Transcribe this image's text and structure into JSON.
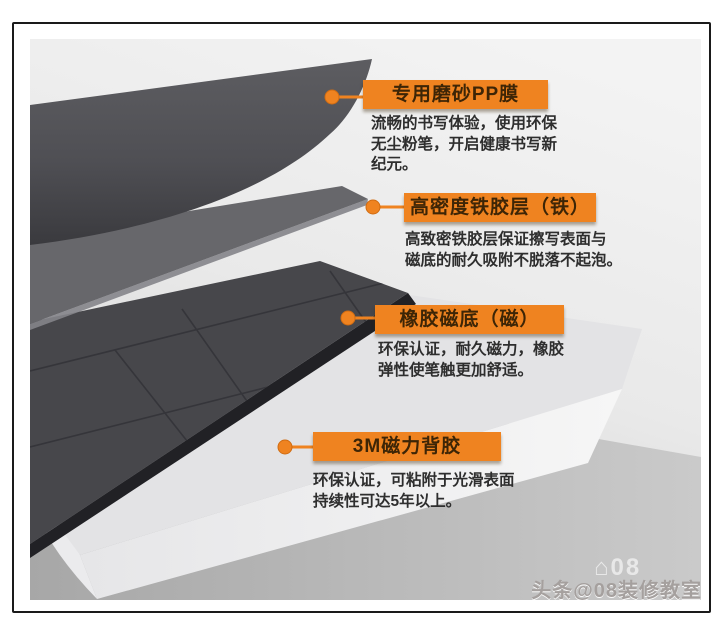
{
  "accent_color": "#ef8320",
  "labels": [
    {
      "title": "专用磨砂PP膜",
      "desc": "流畅的书写体验，使用环保\n无尘粉笔，开启健康书写新\n纪元。"
    },
    {
      "title": "高密度铁胶层（铁）",
      "desc": "高致密铁胶层保证擦写表面与\n磁底的耐久吸附不脱落不起泡。"
    },
    {
      "title": "橡胶磁底（磁）",
      "desc": "环保认证，耐久磁力，橡胶\n弹性使笔触更加舒适。"
    },
    {
      "title": "3M磁力背胶",
      "desc": "环保认证，可粘附于光滑表面\n持续性可达5年以上。"
    }
  ],
  "watermark": {
    "byline": "头条@08装修教室",
    "logo": "⌂08"
  }
}
